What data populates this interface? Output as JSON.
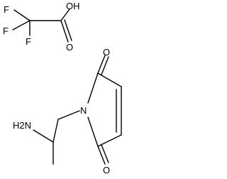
{
  "atoms": {
    "f1": "F",
    "f2": "F",
    "f3": "F",
    "oh": "OH",
    "o_acid": "O",
    "o_top": "O",
    "n": "N",
    "o_bottom": "O",
    "nh2": "H2N"
  }
}
